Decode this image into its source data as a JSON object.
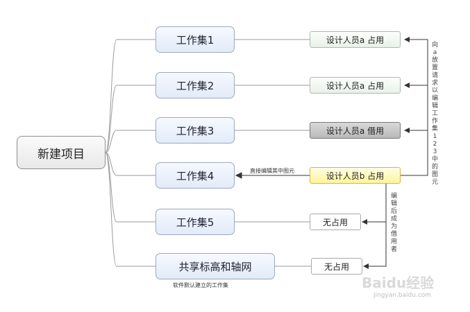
{
  "root": "新建项目",
  "worksets": [
    "工作集1",
    "工作集2",
    "工作集3",
    "工作集4",
    "工作集5"
  ],
  "shared_workset": "共享标高和轴网",
  "owner_tags": [
    "设计人员a  占用",
    "设计人员a  占用",
    "设计人员a  借用",
    "设计人员b 占用"
  ],
  "free_tags": [
    "无占用",
    "无占用"
  ],
  "notes": {
    "edit_directly": "直接编辑其中图元",
    "default_worksets": "软件默认建立的工作集",
    "request_edit": "向a放置请求以编辑工作集123中的图元",
    "become_borrower": "编辑后成为借用者"
  },
  "watermark": {
    "logo": "Baidu经验",
    "url": "jingyan.baidu.com"
  },
  "colors": {
    "workset_fill": "#e2ebf8",
    "borrow_fill": "#b9b9b9",
    "b_fill": "#fff59a"
  }
}
